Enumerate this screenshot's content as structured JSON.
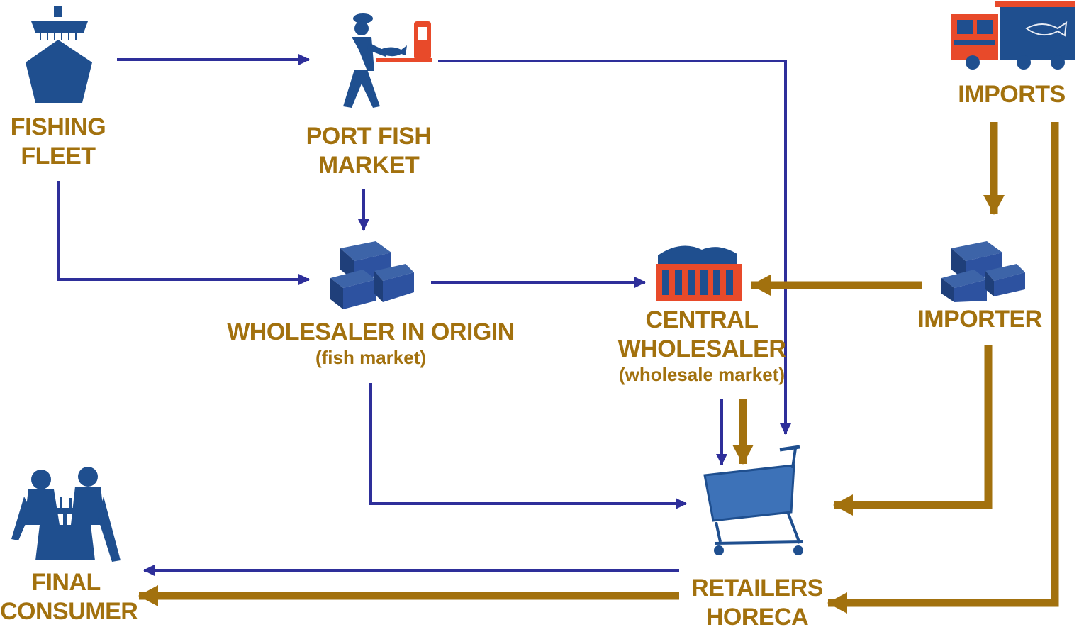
{
  "nodes": {
    "fishing_fleet": {
      "line1": "FISHING",
      "line2": "FLEET",
      "icon": "ship-icon"
    },
    "port_fish_market": {
      "line1": "PORT FISH",
      "line2": "MARKET",
      "icon": "fisherman-icon"
    },
    "imports": {
      "line1": "IMPORTS",
      "icon": "truck-icon"
    },
    "wholesaler_origin": {
      "line1": "WHOLESALER IN ORIGIN",
      "line2": "(fish market)",
      "icon": "boxes-icon"
    },
    "central_wholesaler": {
      "line1": "CENTRAL",
      "line2": "WHOLESALER",
      "line3": "(wholesale market)",
      "icon": "crate-icon"
    },
    "importer": {
      "line1": "IMPORTER",
      "icon": "boxes-icon"
    },
    "retailers": {
      "line1": "RETAILERS",
      "line2": "HORECA",
      "icon": "shopping-cart-icon"
    },
    "final_consumer": {
      "line1": "FINAL",
      "line2": "CONSUMER",
      "icon": "diners-icon"
    }
  },
  "edges": [
    {
      "from": "fishing_fleet",
      "to": "port_fish_market",
      "flow": "domestic"
    },
    {
      "from": "fishing_fleet",
      "to": "wholesaler_origin",
      "flow": "domestic"
    },
    {
      "from": "port_fish_market",
      "to": "wholesaler_origin",
      "flow": "domestic"
    },
    {
      "from": "port_fish_market",
      "to": "retailers",
      "flow": "domestic"
    },
    {
      "from": "wholesaler_origin",
      "to": "central_wholesaler",
      "flow": "domestic"
    },
    {
      "from": "wholesaler_origin",
      "to": "retailers",
      "flow": "domestic"
    },
    {
      "from": "central_wholesaler",
      "to": "retailers",
      "flow": "domestic"
    },
    {
      "from": "central_wholesaler",
      "to": "retailers",
      "flow": "imported"
    },
    {
      "from": "imports",
      "to": "importer",
      "flow": "imported"
    },
    {
      "from": "imports",
      "to": "retailers",
      "flow": "imported"
    },
    {
      "from": "importer",
      "to": "central_wholesaler",
      "flow": "imported"
    },
    {
      "from": "importer",
      "to": "retailers",
      "flow": "imported"
    },
    {
      "from": "retailers",
      "to": "final_consumer",
      "flow": "domestic"
    },
    {
      "from": "retailers",
      "to": "final_consumer",
      "flow": "imported"
    }
  ],
  "colors": {
    "domestic": "#2e2f9a",
    "imported": "#a2710e",
    "label": "#a2710e",
    "icon_blue": "#1f4f8f",
    "icon_red": "#e84a2a"
  }
}
